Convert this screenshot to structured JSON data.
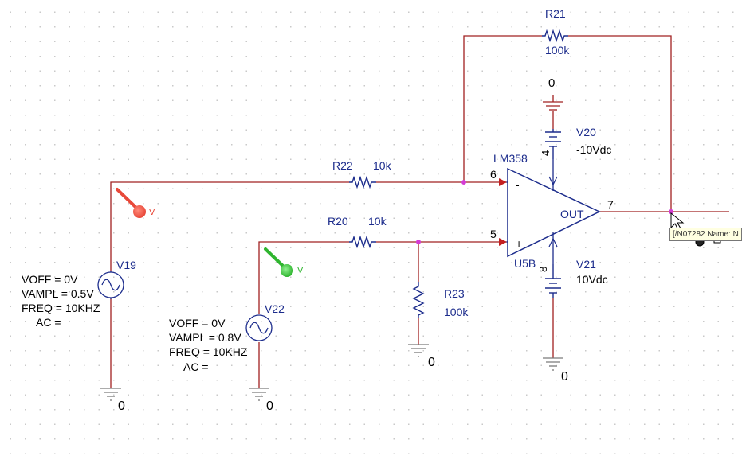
{
  "opamp": {
    "name": "LM358",
    "ref": "U5B",
    "pin_inv": "6",
    "pin_noninv": "5",
    "pin_out": "7",
    "pin_vminus": "4",
    "pin_vplus": "8",
    "out_label": "OUT",
    "minus_sign": "-",
    "plus_sign": "+"
  },
  "resistors": {
    "r21": {
      "name": "R21",
      "value": "100k"
    },
    "r22": {
      "name": "R22",
      "value": "10k"
    },
    "r20": {
      "name": "R20",
      "value": "10k"
    },
    "r23": {
      "name": "R23",
      "value": "100k"
    }
  },
  "sources": {
    "v19": {
      "name": "V19",
      "voff": "VOFF = 0V",
      "vampl": "VAMPL = 0.5V",
      "freq": "FREQ = 10KHZ",
      "ac": "AC ="
    },
    "v22": {
      "name": "V22",
      "voff": "VOFF = 0V",
      "vampl": "VAMPL = 0.8V",
      "freq": "FREQ = 10KHZ",
      "ac": "AC ="
    },
    "v20": {
      "name": "V20",
      "value": "-10Vdc"
    },
    "v21": {
      "name": "V21",
      "value": "10Vdc"
    }
  },
  "grounds": {
    "label": "0"
  },
  "probes": {
    "v_label": "V",
    "red": "#e8493a",
    "green": "#38c23a"
  },
  "tooltip": {
    "text": "[/N07282 Name: N"
  },
  "colors": {
    "wire": "#a12121",
    "part": "#1c2c8c",
    "node": "#d43cd4",
    "pin": "#c41f1f"
  }
}
